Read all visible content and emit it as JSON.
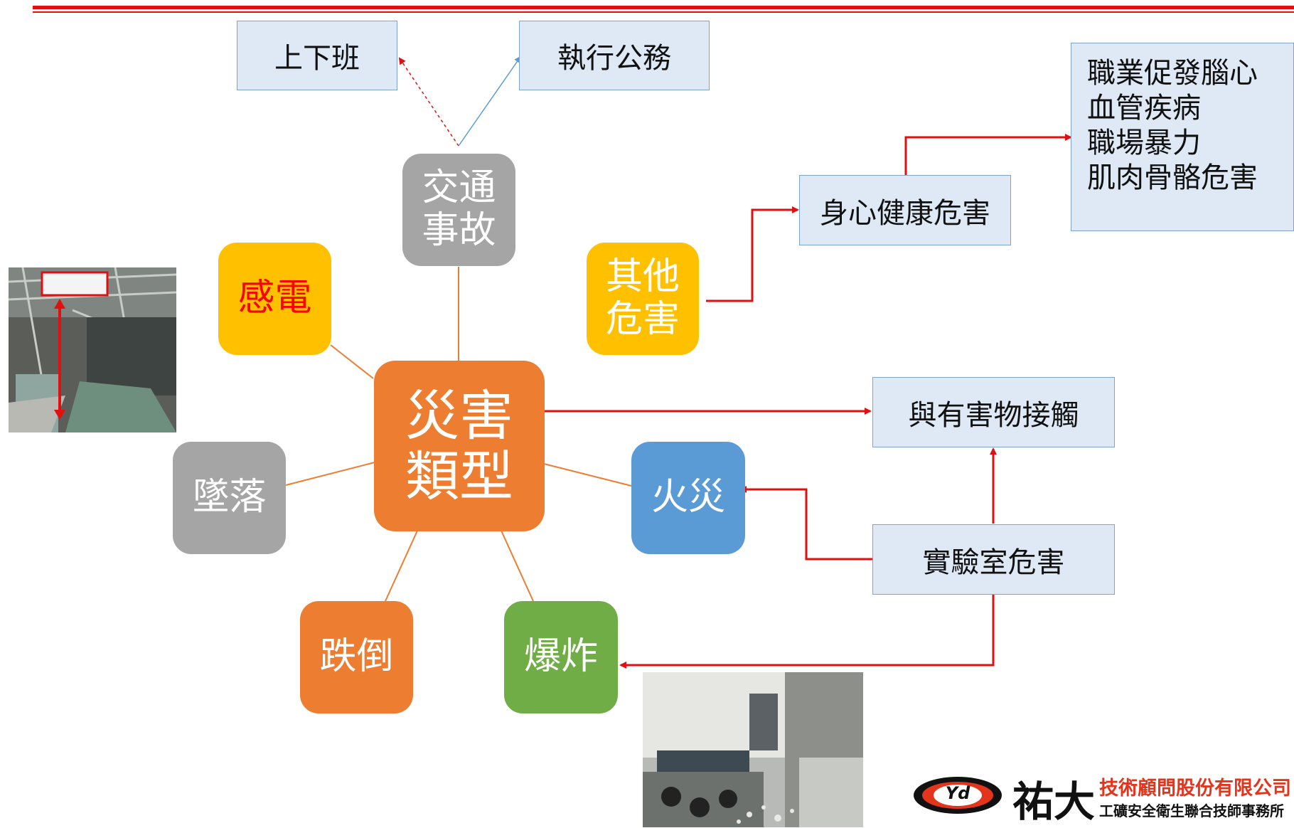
{
  "boxes": {
    "commute": "上下班",
    "official_duty": "執行公務",
    "mental_health": "身心健康危害",
    "hazardous_contact": "與有害物接觸",
    "lab_hazard": "實驗室危害"
  },
  "health_list": [
    "職業促發腦心",
    "血管疾病",
    "職場暴力",
    "肌肉骨骼危害"
  ],
  "center": {
    "line1": "災害",
    "line2": "類型"
  },
  "tiles": {
    "traffic": {
      "line1": "交通",
      "line2": "事故",
      "color": "#a5a5a5"
    },
    "electric": {
      "text": "感電",
      "color": "#ffc000",
      "text_color": "#ff0000"
    },
    "other": {
      "line1": "其他",
      "line2": "危害",
      "color": "#ffc000"
    },
    "fall_height": {
      "text": "墜落",
      "color": "#a5a5a5"
    },
    "fire": {
      "text": "火災",
      "color": "#5b9bd5"
    },
    "trip": {
      "text": "跌倒",
      "color": "#ed7d31"
    },
    "explosion": {
      "text": "爆炸",
      "color": "#70ad47"
    }
  },
  "colors": {
    "accent_red": "#e01010",
    "center_orange": "#ed7d31",
    "box_fill": "#dfe9f5",
    "box_border": "#7fa5cf"
  },
  "logo": {
    "brand": "祐大",
    "line1": "技術顧問股份有限公司",
    "line2": "工礦安全衛生聯合技師事務所",
    "mark": "Yd"
  }
}
